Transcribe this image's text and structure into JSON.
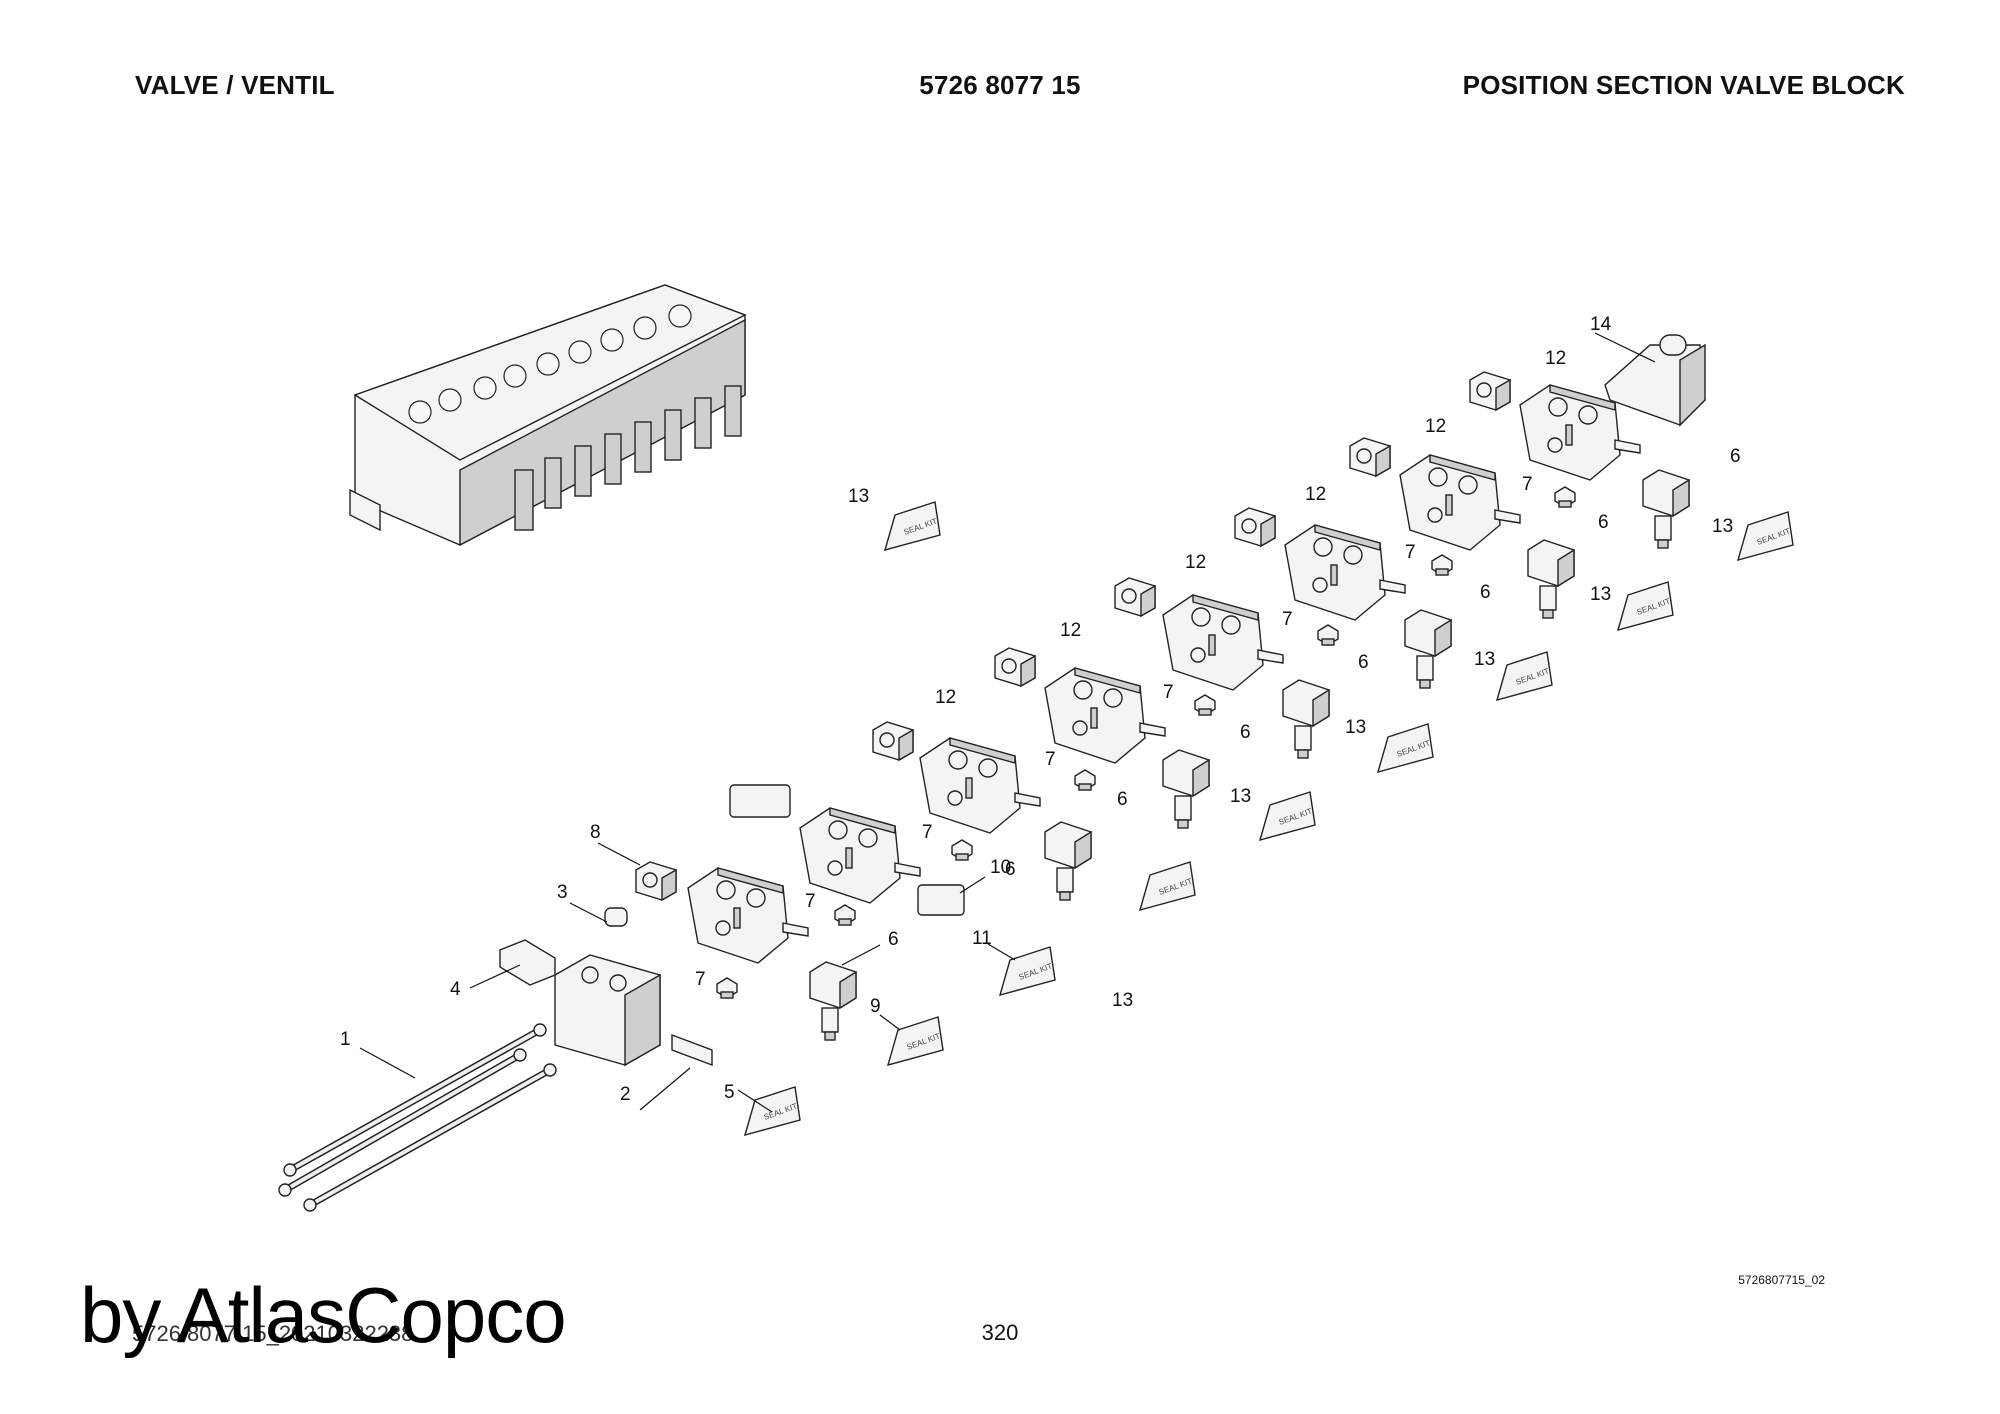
{
  "header": {
    "left": "VALVE / VENTIL",
    "center": "5726 8077 15",
    "right": "POSITION SECTION VALVE BLOCK"
  },
  "kit_label": "SEAL KIT",
  "callouts": [
    "1",
    "2",
    "3",
    "4",
    "5",
    "6",
    "7",
    "8",
    "9",
    "10",
    "11",
    "12",
    "13",
    "14"
  ],
  "footer": {
    "drawing_code": "5726807715_02",
    "doc_code": "5726 8077 15_20210322238",
    "page_number": "320",
    "watermark": "by AtlasCopco"
  }
}
